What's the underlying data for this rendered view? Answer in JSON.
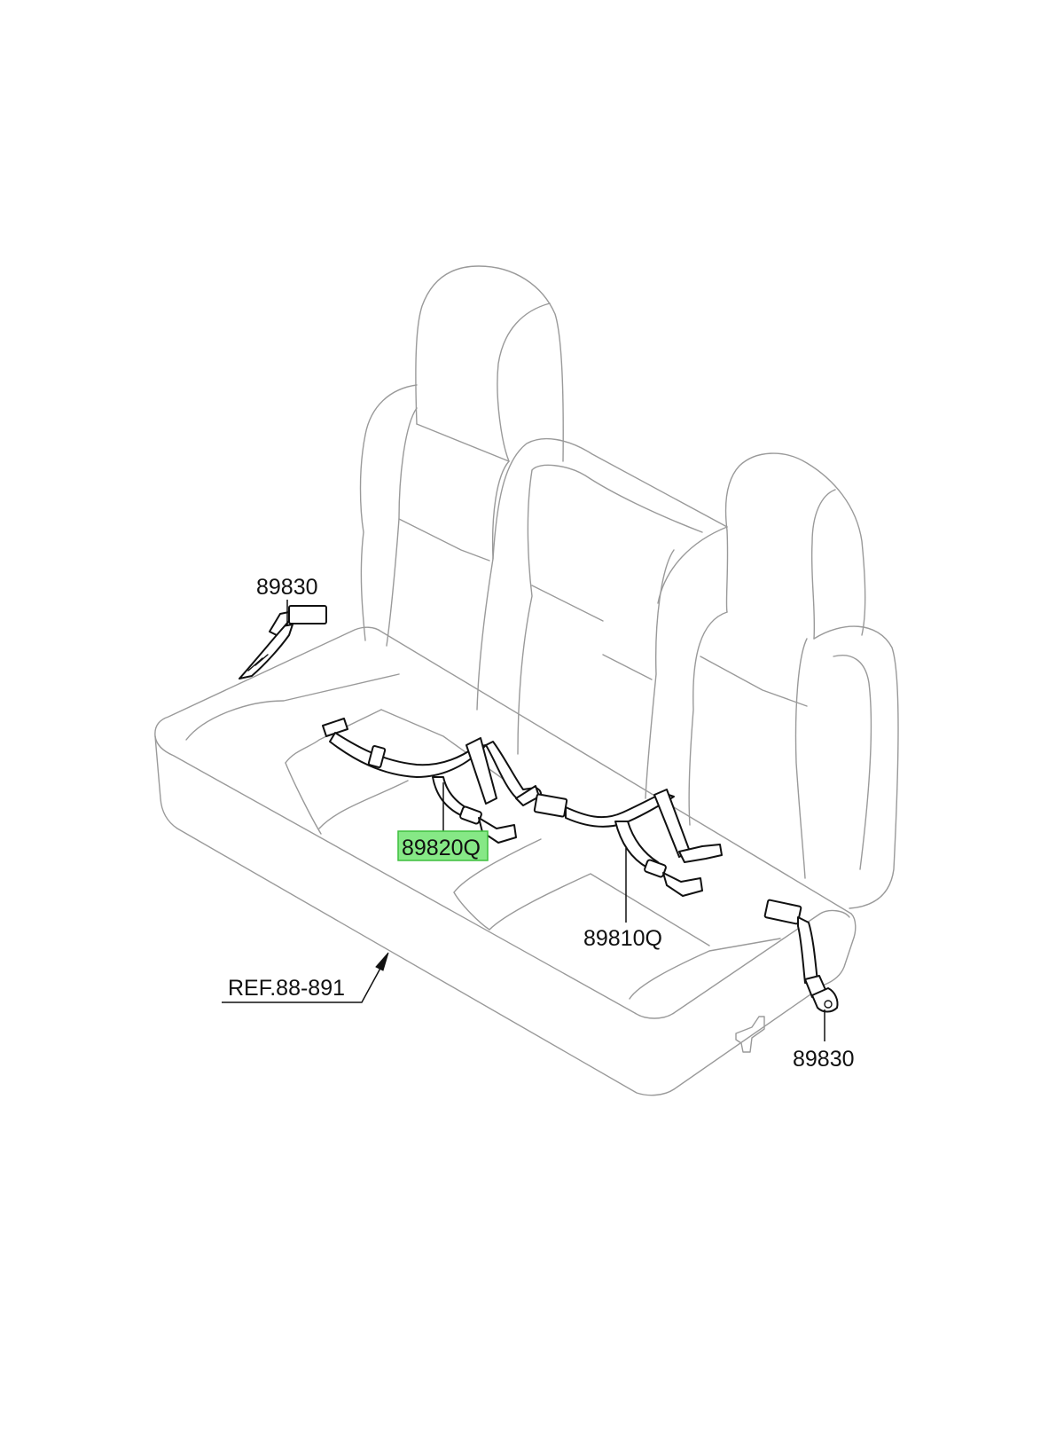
{
  "labels": {
    "left_retractor": "89830",
    "center_belt": "89820Q",
    "right_center_belt": "89810Q",
    "right_retractor": "89830",
    "reference": "REF.88-891"
  },
  "highlighted_part": "89820Q",
  "colors": {
    "highlight_fill": "#86e886",
    "highlight_border": "#3fbf3f",
    "outline": "#9a9a9a",
    "part_line": "#111111"
  }
}
